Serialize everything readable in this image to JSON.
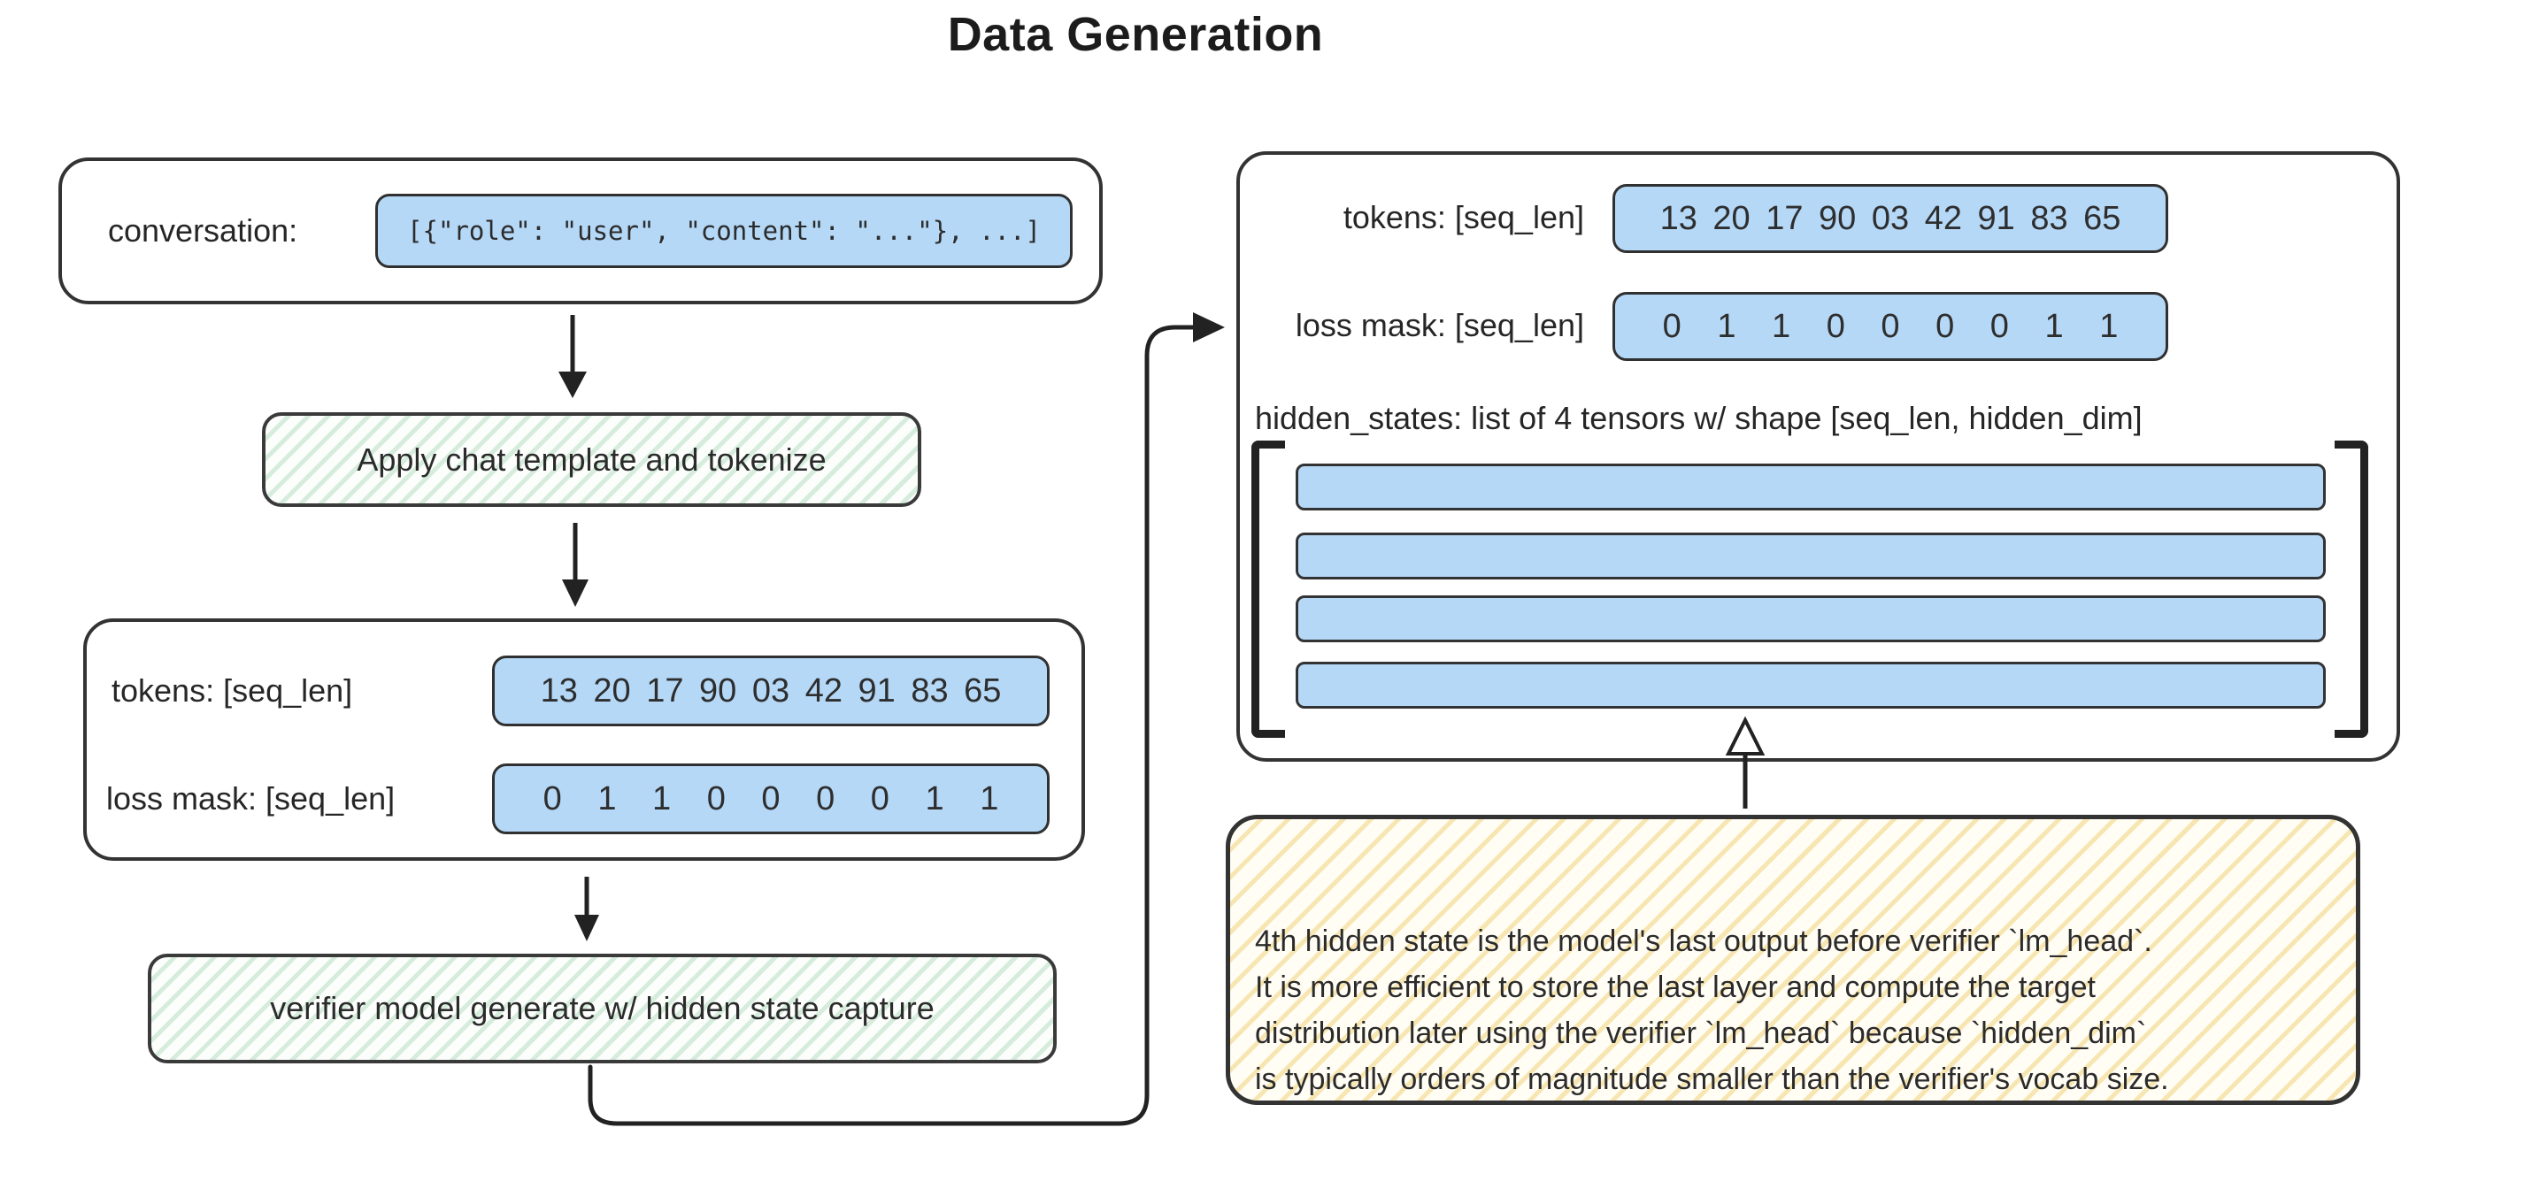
{
  "title": "Data Generation",
  "conversation": {
    "label": "conversation:",
    "value": "[{\"role\": \"user\", \"content\": \"...\"}, ...]"
  },
  "steps": {
    "tokenize": "Apply chat template and tokenize",
    "generate": "verifier model generate w/ hidden state capture"
  },
  "tokenized": {
    "tokens_label": "tokens: [seq_len]",
    "tokens": [
      "13",
      "20",
      "17",
      "90",
      "03",
      "42",
      "91",
      "83",
      "65"
    ],
    "loss_mask_label": "loss mask: [seq_len]",
    "loss_mask": [
      "0",
      "1",
      "1",
      "0",
      "0",
      "0",
      "0",
      "1",
      "1"
    ]
  },
  "output": {
    "tokens_label": "tokens: [seq_len]",
    "tokens": [
      "13",
      "20",
      "17",
      "90",
      "03",
      "42",
      "91",
      "83",
      "65"
    ],
    "loss_mask_label": "loss mask: [seq_len]",
    "loss_mask": [
      "0",
      "1",
      "1",
      "0",
      "0",
      "0",
      "0",
      "1",
      "1"
    ],
    "hidden_states_label": "hidden_states: list of 4 tensors w/ shape [seq_len, hidden_dim]",
    "hidden_states_count": 4
  },
  "note": {
    "lines": [
      "4th hidden state is the model's last output before verifier `lm_head`.",
      "It is more efficient to store the last layer and compute the target",
      "distribution later using the verifier `lm_head` because `hidden_dim`",
      "is typically orders of magnitude smaller than the verifier's vocab size."
    ]
  },
  "colors": {
    "pill_blue": "#b5d8f7",
    "green_hatch": "#cfe8d4",
    "yellow_hatch": "#f0d98c",
    "ink": "#333333"
  }
}
